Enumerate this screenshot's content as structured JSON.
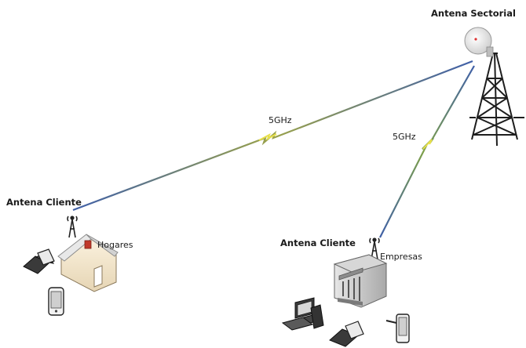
{
  "labels": {
    "sectorial_antenna": "Antena Sectorial",
    "client_antenna_homes": "Antena Cliente",
    "client_antenna_business": "Antena Cliente",
    "homes": "Hogares",
    "business": "Empresas",
    "link_homes": "5GHz",
    "link_business": "5GHz"
  }
}
